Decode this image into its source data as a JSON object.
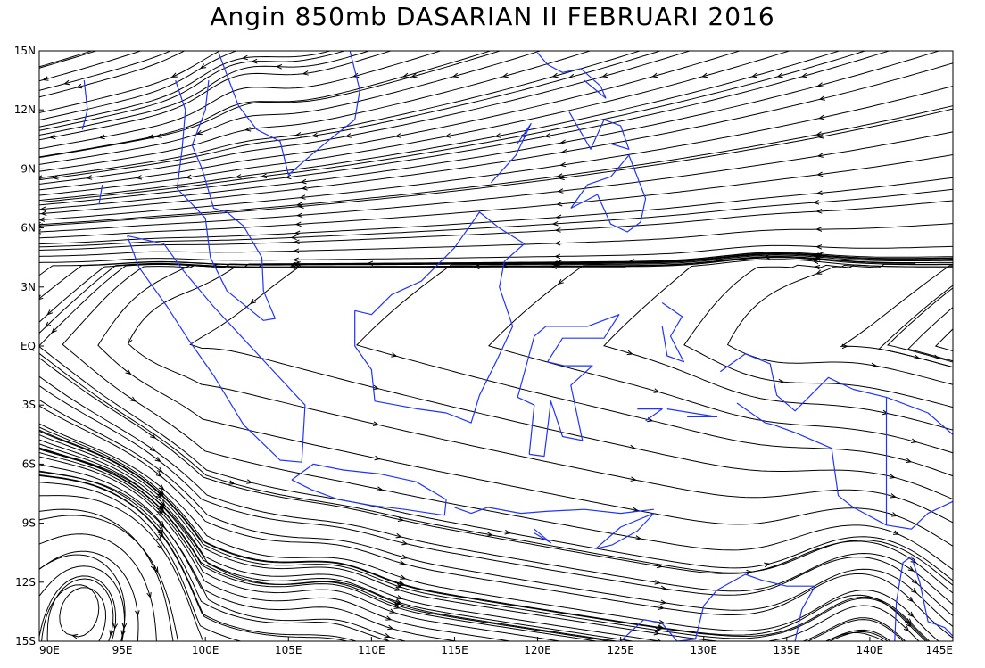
{
  "title": "Angin 850mb DASARIAN II FEBRUARI 2016",
  "map": {
    "lon_range": [
      90,
      145
    ],
    "lat_range": [
      -15,
      15
    ],
    "x_ticks": [
      "90E",
      "95E",
      "100E",
      "105E",
      "110E",
      "115E",
      "120E",
      "125E",
      "130E",
      "135E",
      "140E",
      "145E"
    ],
    "y_ticks": [
      "15N",
      "12N",
      "9N",
      "6N",
      "3N",
      "EQ",
      "3S",
      "6S",
      "9S",
      "12S",
      "15S"
    ],
    "streamline_color": "#000000",
    "coastline_color": "#2233ff"
  }
}
